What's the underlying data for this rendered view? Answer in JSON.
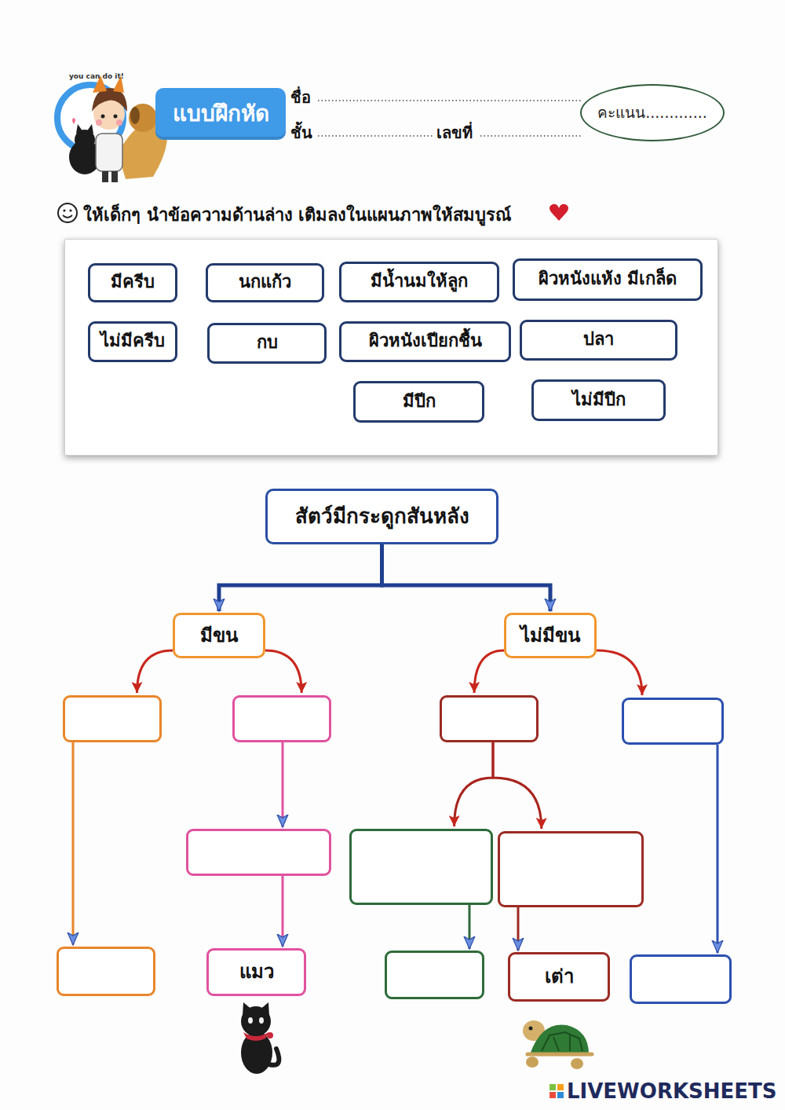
{
  "diagram": {
    "nodes": [
      {
        "text": [
          "แบบฝึกหัด"
        ]
      },
      {
        "text": [
          "คะแนน............."
        ]
      },
      {
        "text": []
      },
      {
        "text": [
          "มีครีบ"
        ],
        "in": 2
      },
      {
        "text": [
          "นกแก้ว"
        ],
        "in": 2
      },
      {
        "text": [
          "มีน้ำนมให้ลูก"
        ],
        "in": 2
      },
      {
        "text": [
          "ผิวหนังแห้ง มีเกล็ด"
        ],
        "in": 2
      },
      {
        "text": [
          "ไม่มีครีบ"
        ],
        "in": 2
      },
      {
        "text": [
          "กบ"
        ],
        "in": 2
      },
      {
        "text": [
          "ผิวหนังเปียกชื้น"
        ],
        "in": 2
      },
      {
        "text": [
          "ปลา"
        ],
        "in": 2
      },
      {
        "text": [
          "มีปีก"
        ],
        "in": 2
      },
      {
        "text": [
          "ไม่มีปีก"
        ],
        "in": 2
      },
      {
        "text": [
          "สัตว์มีกระดูกสันหลัง"
        ]
      },
      {
        "text": [
          "มีขน"
        ]
      },
      {
        "text": [
          "ไม่มีขน"
        ]
      },
      {
        "text": []
      },
      {
        "text": []
      },
      {
        "text": []
      },
      {
        "text": []
      },
      {
        "text": []
      },
      {
        "text": []
      },
      {
        "text": []
      },
      {
        "text": []
      },
      {
        "text": [
          "แมว"
        ]
      },
      {
        "text": []
      },
      {
        "text": [
          "เต่า"
        ]
      },
      {
        "text": []
      }
    ],
    "edges": [
      {
        "from": 13,
        "to": 14,
        "arrow": "to"
      },
      {
        "from": 13,
        "to": 15,
        "arrow": "to"
      },
      {
        "from": 14,
        "to": 16,
        "arrow": "to"
      },
      {
        "from": 14,
        "to": 17,
        "arrow": "to"
      },
      {
        "from": 15,
        "to": 18,
        "arrow": "to"
      },
      {
        "from": 15,
        "to": 19,
        "arrow": "to"
      },
      {
        "from": 16,
        "to": 23,
        "arrow": "to"
      },
      {
        "from": 17,
        "to": 20,
        "arrow": "to"
      },
      {
        "from": 20,
        "to": 24,
        "arrow": "to"
      },
      {
        "from": 18,
        "to": 21,
        "arrow": "to"
      },
      {
        "from": 18,
        "to": 22,
        "arrow": "to"
      },
      {
        "from": 21,
        "to": 25,
        "arrow": "to"
      },
      {
        "from": 22,
        "to": 26,
        "arrow": "to"
      },
      {
        "from": 19,
        "to": 27,
        "arrow": "to"
      }
    ],
    "labels": [
      "you can do it!",
      "ชื่อ",
      "ชั้น",
      "เลขที่",
      "ให้เด็กๆ นำข้อความด้านล่าง เติมลงในแผนภาพให้สมบูรณ์",
      "LIVEWORKSHEETS"
    ]
  }
}
